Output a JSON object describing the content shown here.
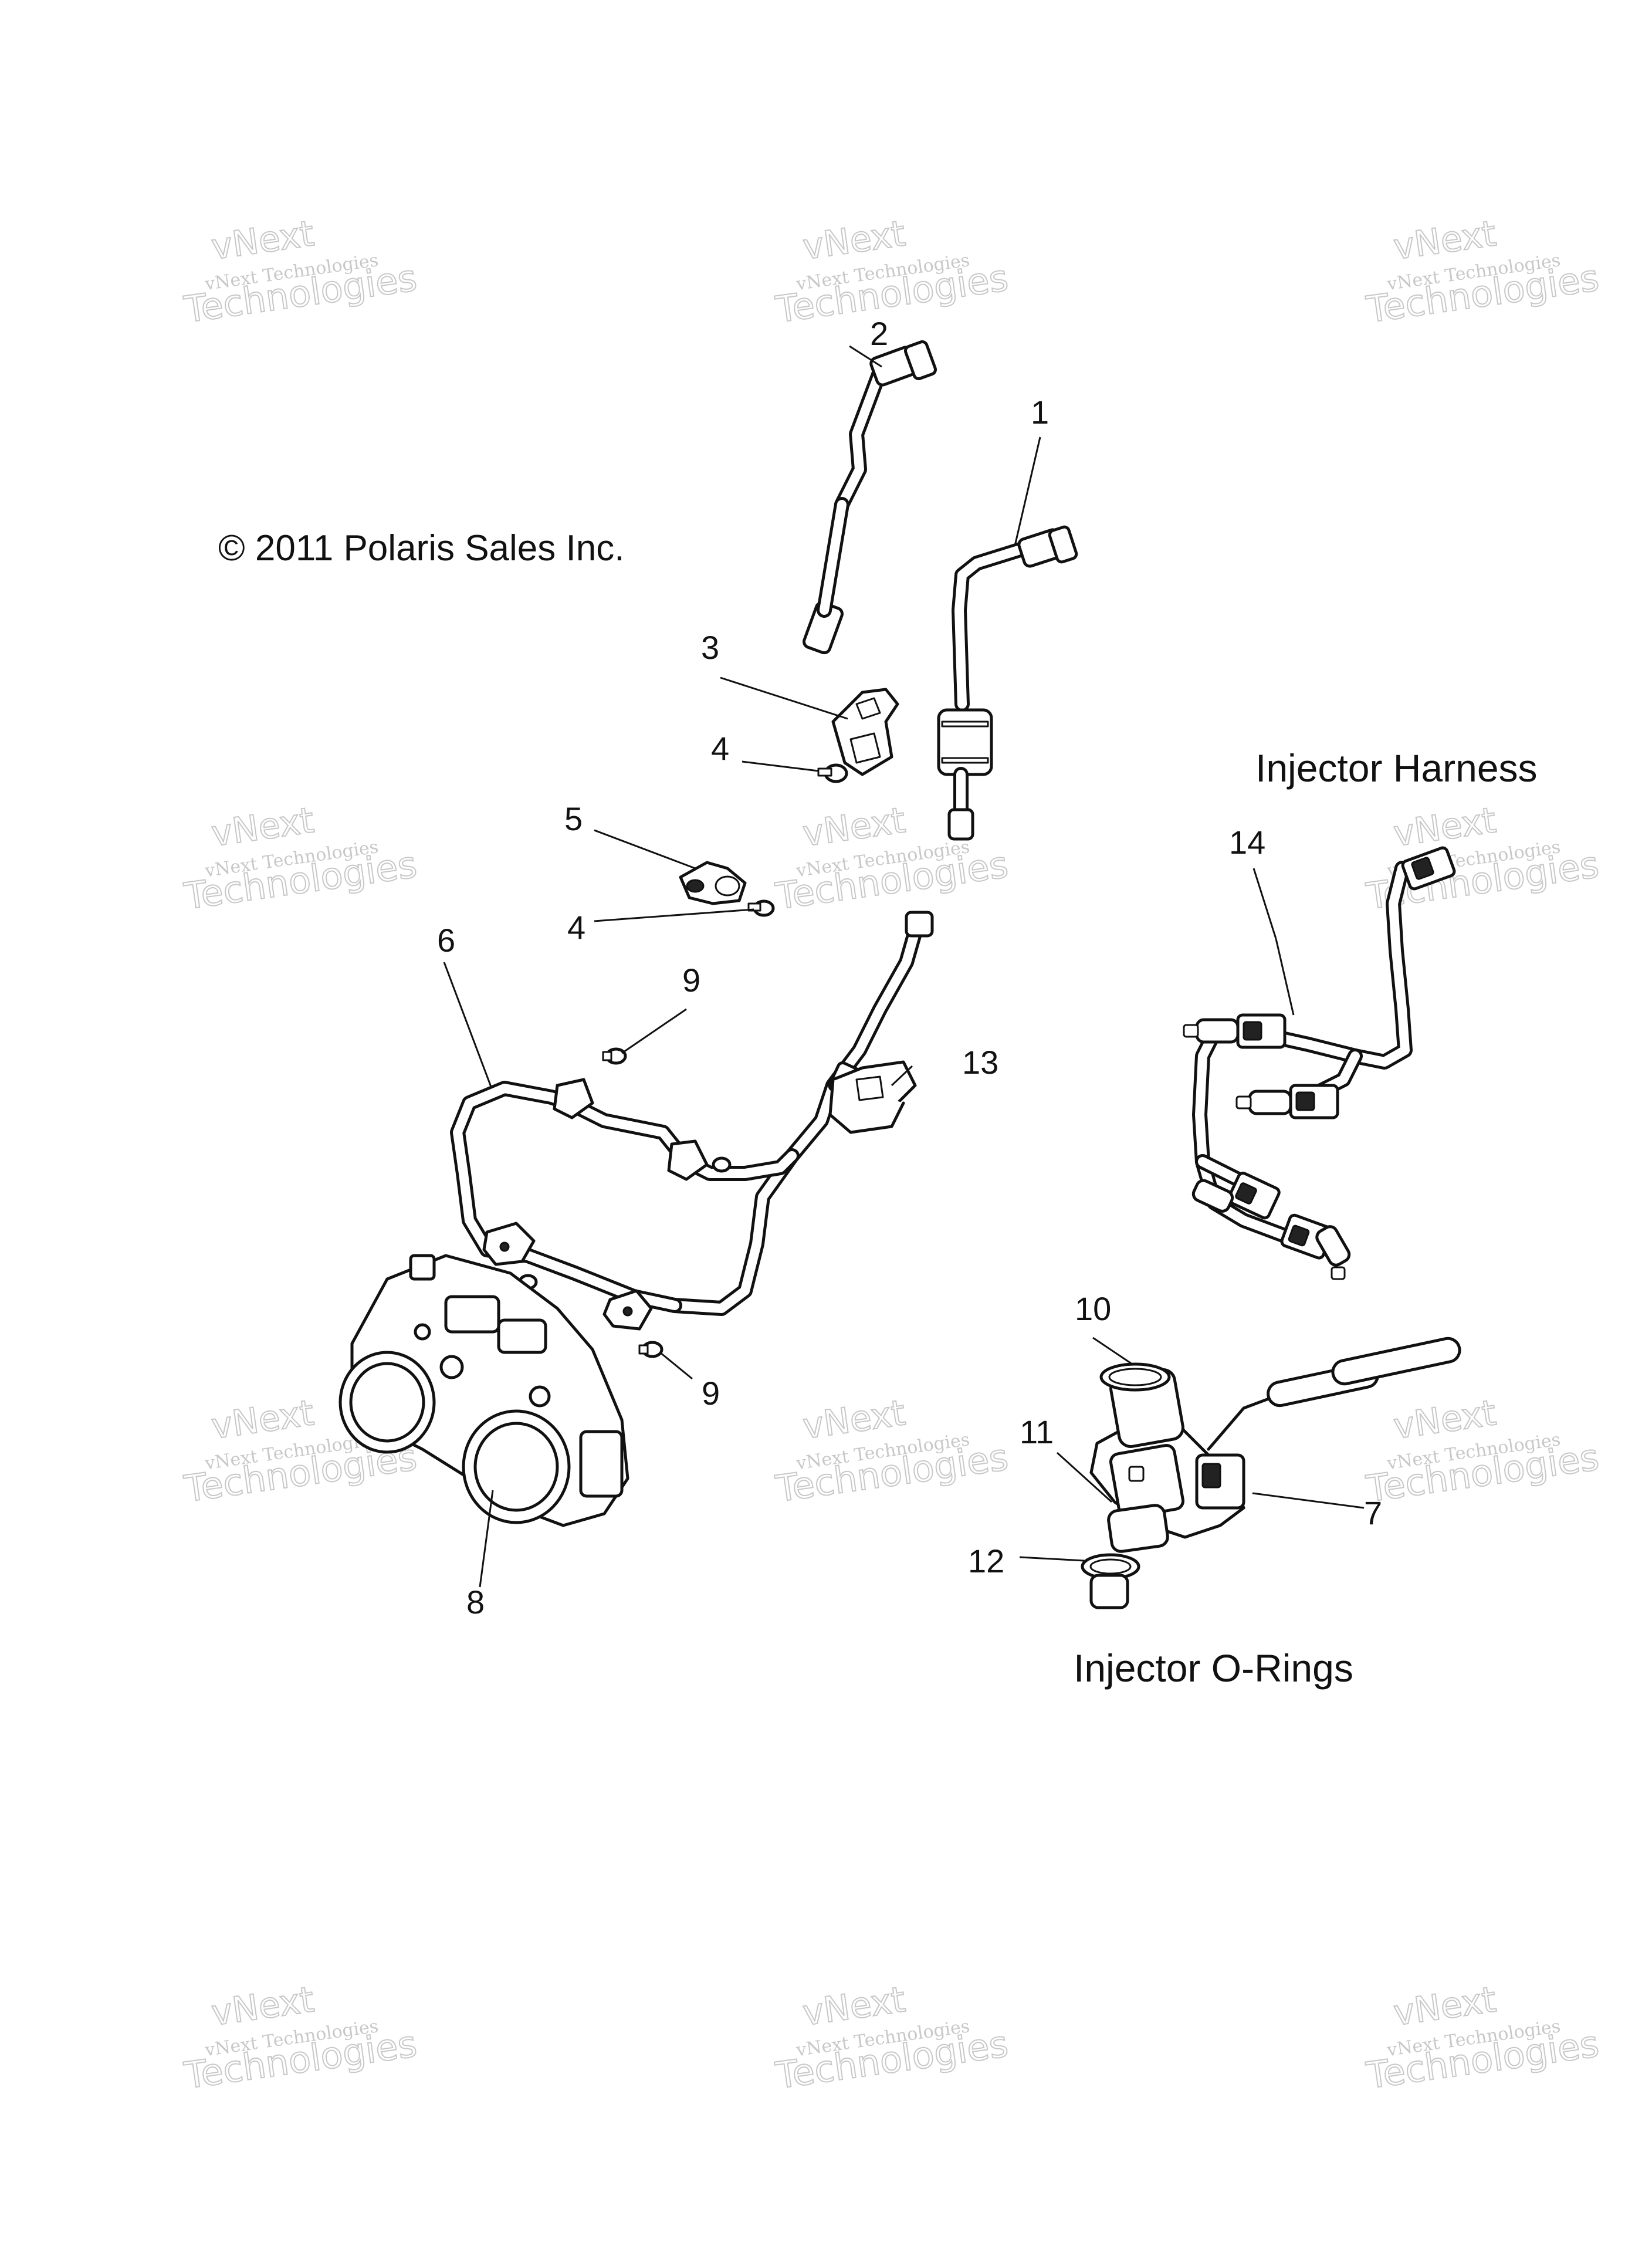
{
  "copyright": "© 2011 Polaris Sales Inc.",
  "sections": {
    "harness": "Injector Harness",
    "orings": "Injector O-Rings"
  },
  "watermark": {
    "line1": "vNext",
    "line2": "vNext Technologies",
    "line3": "Technologies"
  },
  "callouts": {
    "c1": "1",
    "c2": "2",
    "c3": "3",
    "c4a": "4",
    "c4b": "4",
    "c5": "5",
    "c6": "6",
    "c7": "7",
    "c8": "8",
    "c9a": "9",
    "c9b": "9",
    "c10": "10",
    "c11": "11",
    "c12": "12",
    "c13": "13",
    "c14": "14"
  }
}
